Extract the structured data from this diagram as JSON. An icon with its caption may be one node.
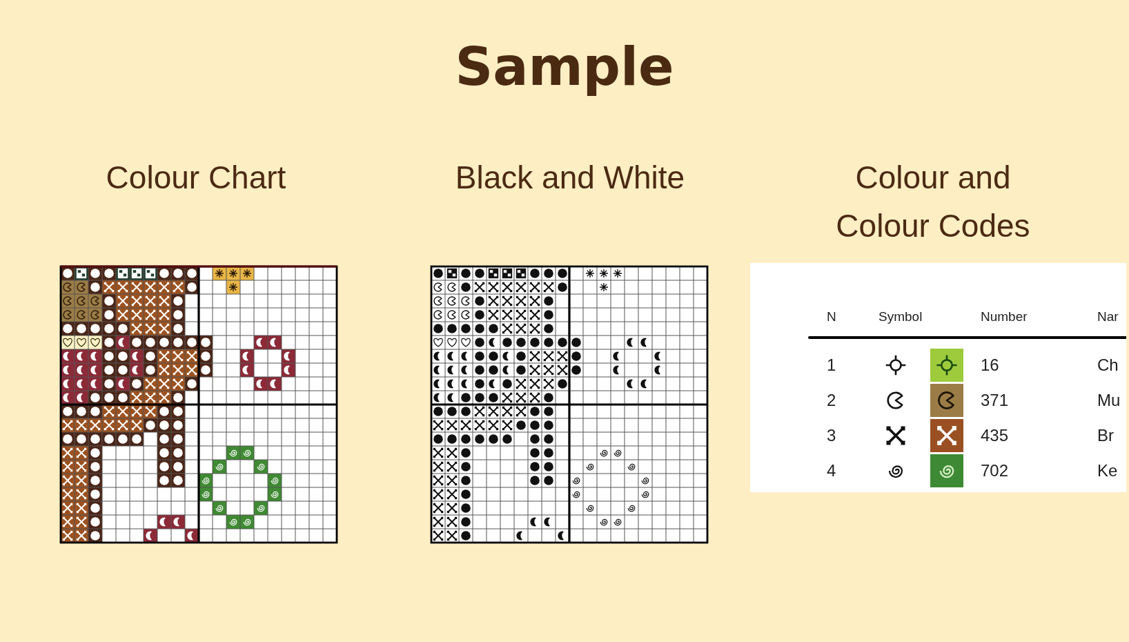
{
  "diagram": {
    "title": "Sample",
    "labels": [
      "Colour Chart",
      "Black and White",
      "Colour and Colour Codes",
      "N",
      "Symbol",
      "Number",
      "Nar",
      "1",
      "16",
      "Ch",
      "2",
      "371",
      "Mu",
      "3",
      "435",
      "Br",
      "4",
      "702",
      "Ke"
    ]
  }
}
